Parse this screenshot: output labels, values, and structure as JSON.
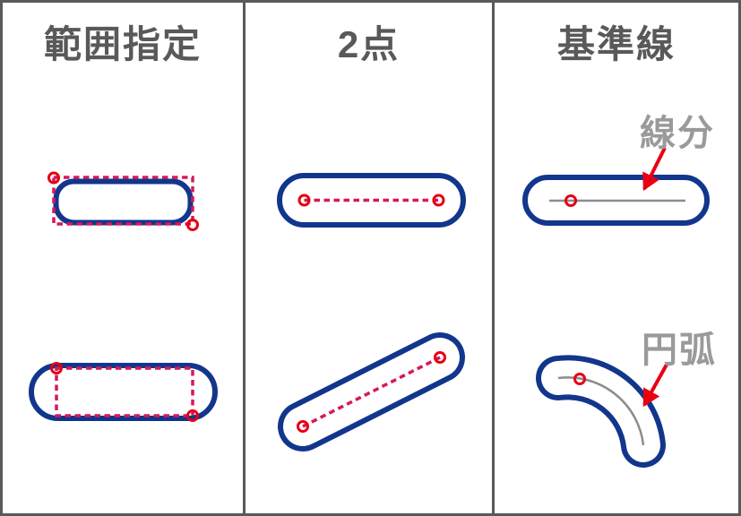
{
  "panels": [
    {
      "title": "範囲指定"
    },
    {
      "title": "2点"
    },
    {
      "title": "基準線"
    }
  ],
  "annotations": {
    "segment_label": "線分",
    "arc_label": "円弧"
  },
  "colors": {
    "blue": "#12368c",
    "dashPink": "#d4195e",
    "markerRed": "#e60012",
    "arrowRed": "#e60012",
    "lineGray": "#8c8c8c",
    "labelGray": "#9a9a9a",
    "titleGray": "#595959",
    "borderGray": "#58595b",
    "bg": "#ffffff"
  }
}
